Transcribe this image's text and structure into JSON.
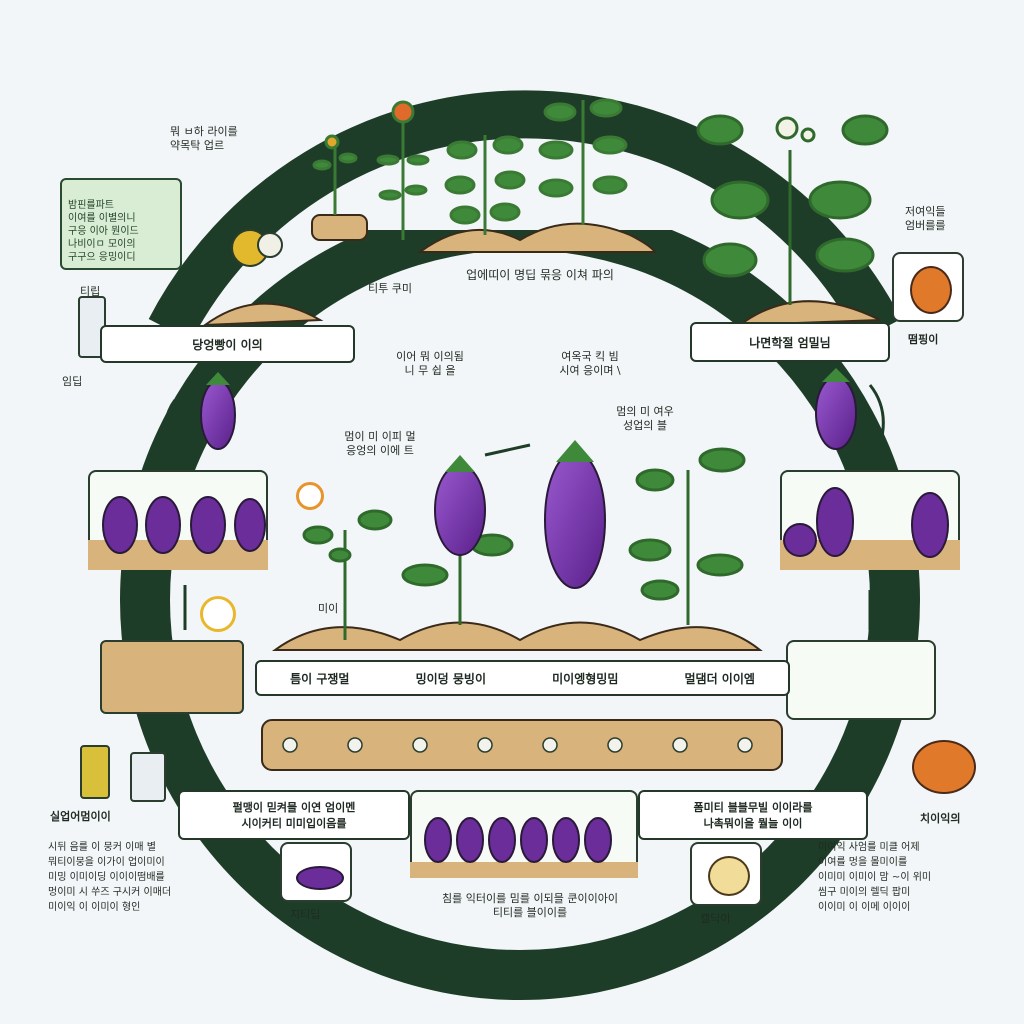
{
  "colors": {
    "ring": "#1e3d28",
    "eggplant": "#6a2d9a",
    "eggplant_light": "#8b4fc0",
    "leaf": "#3f8a3a",
    "soil": "#d8b47c",
    "stem": "#3a7a34"
  },
  "labels": {
    "top_left_note": "뭐 ㅂ하 라이를\n약목탁 업르",
    "top_center_band": "업에띠이 명딥 묶응 이쳐 파의",
    "top_arrow_left": "티투 쿠미",
    "green_note": "밤핀를파트\n이여를 이별의니\n구응 이아 뭔이드\n나비이ㅁ 모이의\n구구으 응밍이디",
    "bottle_label": "티립",
    "left_band": "당엉빵이 이의",
    "left_side_label": "임딥",
    "right_top_label": "저여익들\n엄버를를",
    "right_band": "나면학절 엄밀님",
    "right_band_tag": "떰핑이",
    "center_note_1": "이어 뭐 이의됨\n니 무 쉽 을",
    "center_note_2": "여옥국 킥 빔\n시여 응이며 \\",
    "center_note_3": "멈의 미 여우\n성업의 블",
    "center_note_4": "멈이 미 이피 멀\n응엉의 이에 트",
    "small_text": "미이",
    "middle_band_1": "틈이 구쟁멀",
    "middle_band_2": "밍이덩 뭉빙이",
    "middle_band_3": "미이엥형밍밈",
    "middle_band_4": "멀댐더 이이엠",
    "bottom_left_band": "펄맹이 믿켜믈 이연 엄이멘\n시이커티 미미입이음를",
    "bottom_right_band": "폼미티 블블무빌 이이라를\n나촉뭐이을 뭘늘 이이",
    "bottom_left_title": "실업어멈이이",
    "bottom_left_para": "시뒤 음를 이 뭉커 이매 별\n뭐티이뭉을 이가이 업이미이\n미밍 이미이딩 이이이떰배를\n멍이미 시 쑤즈 구시커 이매더\n미이익 이 이미이 형인",
    "bottom_left_caption": "지티딥",
    "bottom_center_caption": "침를 익터이를 밈를 이되믈 쿤이이아이\n티티를 블이이를",
    "bottom_right_caption": "캘딕이",
    "bottom_right_title": "치이익의",
    "bottom_right_para": "미여익 사엄를 미클 어제\n이여를 멍을 몰미이를\n이미미 이미이 맘 ~이 위미\n씸구 미이의 렐딕 팝미\n이이미 이 이메 이이이"
  }
}
